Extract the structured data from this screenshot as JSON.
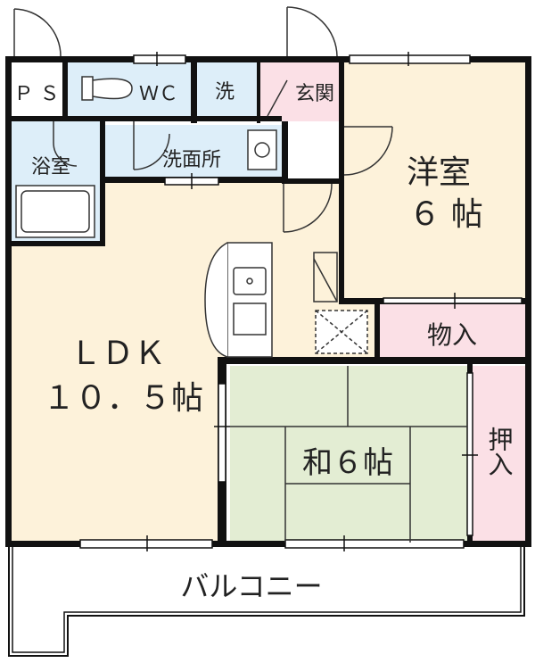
{
  "rooms": {
    "ps": "Ｐ Ｓ",
    "wc": "ＷＣ",
    "wash": "洗",
    "entrance": "玄関",
    "bath": "浴室",
    "washroom": "洗面所",
    "western_name": "洋室",
    "western_size": "６ 帖",
    "ldk_name": "ＬＤＫ",
    "ldk_size": "１０．５帖",
    "storage": "物入",
    "japanese": "和６帖",
    "closet": "押入",
    "balcony": "バルコニー"
  },
  "colors": {
    "wall": "#111111",
    "ldk_floor": "#fdf2da",
    "western_floor": "#fdf2da",
    "wet_area": "#ddeef9",
    "entrance_floor": "#fbe0e6",
    "storage_floor": "#fbe0e6",
    "tatami": "#e3edd3",
    "balcony": "#ffffff",
    "door_swing": "#333333"
  }
}
